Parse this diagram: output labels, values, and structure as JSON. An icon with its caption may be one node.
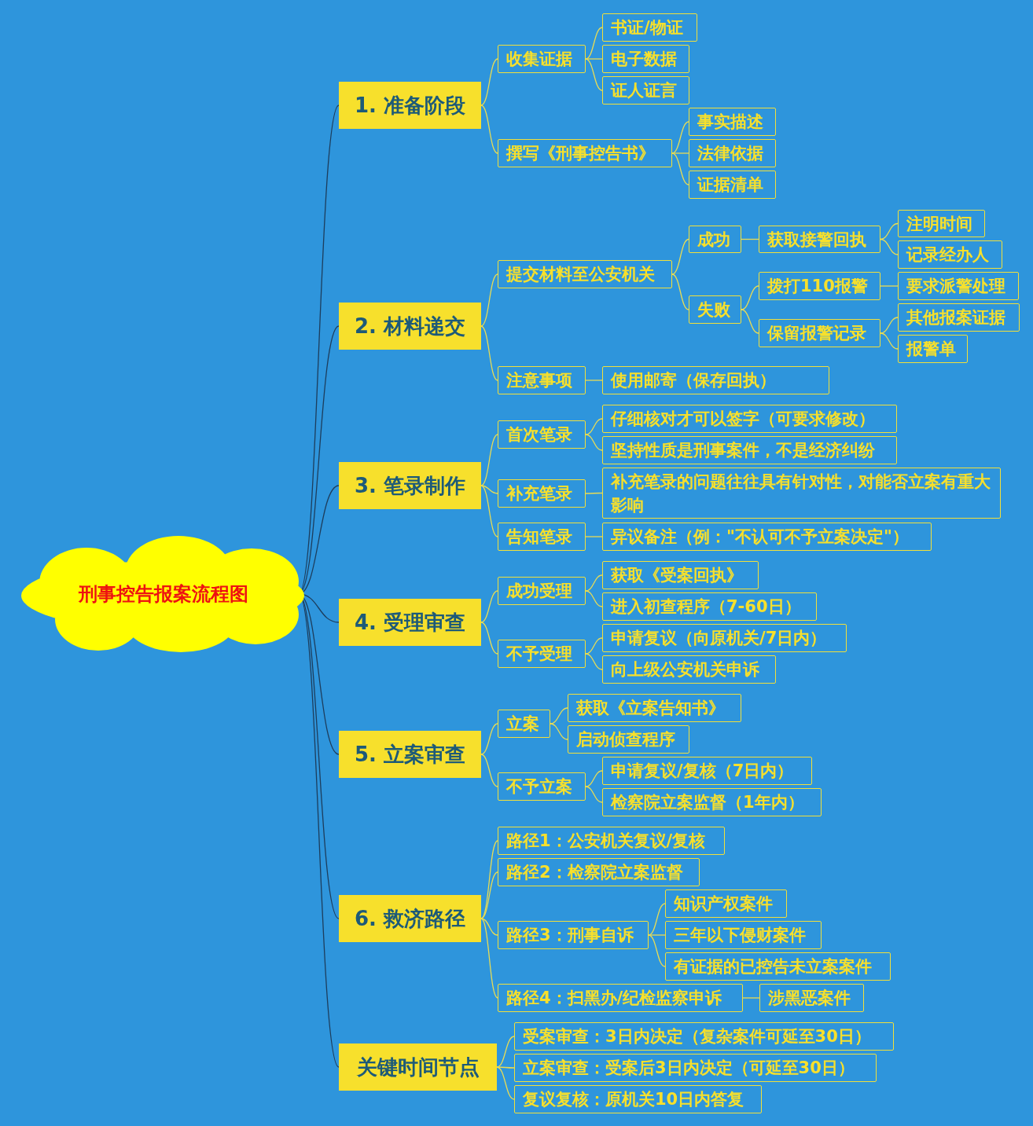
{
  "diagram": {
    "nodes": [
      {
        "text": [
          "刑事控告报案流程图"
        ]
      },
      {
        "text": [
          "1. 准备阶段"
        ]
      },
      {
        "text": [
          "收集证据"
        ]
      },
      {
        "text": [
          "书证/物证"
        ]
      },
      {
        "text": [
          "电子数据"
        ]
      },
      {
        "text": [
          "证人证言"
        ]
      },
      {
        "text": [
          "撰写《刑事控告书》"
        ]
      },
      {
        "text": [
          "事实描述"
        ]
      },
      {
        "text": [
          "法律依据"
        ]
      },
      {
        "text": [
          "证据清单"
        ]
      },
      {
        "text": [
          "2. 材料递交"
        ]
      },
      {
        "text": [
          "提交材料至公安机关"
        ]
      },
      {
        "text": [
          "成功"
        ]
      },
      {
        "text": [
          "获取接警回执"
        ]
      },
      {
        "text": [
          "注明时间"
        ]
      },
      {
        "text": [
          "记录经办人"
        ]
      },
      {
        "text": [
          "失败"
        ]
      },
      {
        "text": [
          "拨打110报警"
        ]
      },
      {
        "text": [
          "要求派警处理"
        ]
      },
      {
        "text": [
          "保留报警记录"
        ]
      },
      {
        "text": [
          "其他报案证据"
        ]
      },
      {
        "text": [
          "报警单"
        ]
      },
      {
        "text": [
          "注意事项"
        ]
      },
      {
        "text": [
          "使用邮寄（保存回执）"
        ]
      },
      {
        "text": [
          "3. 笔录制作"
        ]
      },
      {
        "text": [
          "首次笔录"
        ]
      },
      {
        "text": [
          "仔细核对才可以签字（可要求修改）"
        ]
      },
      {
        "text": [
          "坚持性质是刑事案件，不是经济纠纷"
        ]
      },
      {
        "text": [
          "补充笔录"
        ]
      },
      {
        "text": [
          "补充笔录的问题往往具有针对性，对能否立案有重大影响"
        ]
      },
      {
        "text": [
          "告知笔录"
        ]
      },
      {
        "text": [
          "异议备注（例：\"不认可不予立案决定\"）"
        ]
      },
      {
        "text": [
          "4. 受理审查"
        ]
      },
      {
        "text": [
          "成功受理"
        ]
      },
      {
        "text": [
          "获取《受案回执》"
        ]
      },
      {
        "text": [
          "进入初查程序（7-60日）"
        ]
      },
      {
        "text": [
          "不予受理"
        ]
      },
      {
        "text": [
          "申请复议（向原机关/7日内）"
        ]
      },
      {
        "text": [
          "向上级公安机关申诉"
        ]
      },
      {
        "text": [
          "5. 立案审查"
        ]
      },
      {
        "text": [
          "立案"
        ]
      },
      {
        "text": [
          "获取《立案告知书》"
        ]
      },
      {
        "text": [
          "启动侦查程序"
        ]
      },
      {
        "text": [
          "不予立案"
        ]
      },
      {
        "text": [
          "申请复议/复核（7日内）"
        ]
      },
      {
        "text": [
          "检察院立案监督（1年内）"
        ]
      },
      {
        "text": [
          "6. 救济路径"
        ]
      },
      {
        "text": [
          "路径1：公安机关复议/复核"
        ]
      },
      {
        "text": [
          "路径2：检察院立案监督"
        ]
      },
      {
        "text": [
          "路径3：刑事自诉"
        ]
      },
      {
        "text": [
          "知识产权案件"
        ]
      },
      {
        "text": [
          "三年以下侵财案件"
        ]
      },
      {
        "text": [
          "有证据的已控告未立案案件"
        ]
      },
      {
        "text": [
          "路径4：扫黑办/纪检监察申诉"
        ]
      },
      {
        "text": [
          "涉黑恶案件"
        ]
      },
      {
        "text": [
          "关键时间节点"
        ]
      },
      {
        "text": [
          "受案审查：3日内决定（复杂案件可延至30日）"
        ]
      },
      {
        "text": [
          "立案审查：受案后3日内决定（可延至30日）"
        ]
      },
      {
        "text": [
          "复议复核：原机关10日内答复"
        ]
      }
    ],
    "edges": [
      {
        "from": 0,
        "to": 1,
        "arrow": "none",
        "color": "#1d3d5c"
      },
      {
        "from": 0,
        "to": 10,
        "arrow": "none",
        "color": "#1d3d5c"
      },
      {
        "from": 0,
        "to": 24,
        "arrow": "none",
        "color": "#1d3d5c"
      },
      {
        "from": 0,
        "to": 32,
        "arrow": "none",
        "color": "#1d3d5c"
      },
      {
        "from": 0,
        "to": 39,
        "arrow": "none",
        "color": "#1d3d5c"
      },
      {
        "from": 0,
        "to": 46,
        "arrow": "none",
        "color": "#1d3d5c"
      },
      {
        "from": 0,
        "to": 55,
        "arrow": "none",
        "color": "#1d3d5c"
      },
      {
        "from": 1,
        "to": 2,
        "arrow": "none"
      },
      {
        "from": 1,
        "to": 6,
        "arrow": "none"
      },
      {
        "from": 2,
        "to": 3,
        "arrow": "none"
      },
      {
        "from": 2,
        "to": 4,
        "arrow": "none"
      },
      {
        "from": 2,
        "to": 5,
        "arrow": "none"
      },
      {
        "from": 6,
        "to": 7,
        "arrow": "none"
      },
      {
        "from": 6,
        "to": 8,
        "arrow": "none"
      },
      {
        "from": 6,
        "to": 9,
        "arrow": "none"
      },
      {
        "from": 10,
        "to": 11,
        "arrow": "none"
      },
      {
        "from": 10,
        "to": 22,
        "arrow": "none"
      },
      {
        "from": 11,
        "to": 12,
        "arrow": "none"
      },
      {
        "from": 11,
        "to": 16,
        "arrow": "none"
      },
      {
        "from": 12,
        "to": 13,
        "arrow": "none"
      },
      {
        "from": 13,
        "to": 14,
        "arrow": "none"
      },
      {
        "from": 13,
        "to": 15,
        "arrow": "none"
      },
      {
        "from": 16,
        "to": 17,
        "arrow": "none"
      },
      {
        "from": 16,
        "to": 19,
        "arrow": "none"
      },
      {
        "from": 17,
        "to": 18,
        "arrow": "none"
      },
      {
        "from": 19,
        "to": 20,
        "arrow": "none"
      },
      {
        "from": 19,
        "to": 21,
        "arrow": "none"
      },
      {
        "from": 22,
        "to": 23,
        "arrow": "none"
      },
      {
        "from": 24,
        "to": 25,
        "arrow": "none"
      },
      {
        "from": 24,
        "to": 28,
        "arrow": "none"
      },
      {
        "from": 24,
        "to": 30,
        "arrow": "none"
      },
      {
        "from": 25,
        "to": 26,
        "arrow": "none"
      },
      {
        "from": 25,
        "to": 27,
        "arrow": "none"
      },
      {
        "from": 28,
        "to": 29,
        "arrow": "none"
      },
      {
        "from": 30,
        "to": 31,
        "arrow": "none"
      },
      {
        "from": 32,
        "to": 33,
        "arrow": "none"
      },
      {
        "from": 32,
        "to": 36,
        "arrow": "none"
      },
      {
        "from": 33,
        "to": 34,
        "arrow": "none"
      },
      {
        "from": 33,
        "to": 35,
        "arrow": "none"
      },
      {
        "from": 36,
        "to": 37,
        "arrow": "none"
      },
      {
        "from": 36,
        "to": 38,
        "arrow": "none"
      },
      {
        "from": 39,
        "to": 40,
        "arrow": "none"
      },
      {
        "from": 39,
        "to": 43,
        "arrow": "none"
      },
      {
        "from": 40,
        "to": 41,
        "arrow": "none"
      },
      {
        "from": 40,
        "to": 42,
        "arrow": "none"
      },
      {
        "from": 43,
        "to": 44,
        "arrow": "none"
      },
      {
        "from": 43,
        "to": 45,
        "arrow": "none"
      },
      {
        "from": 46,
        "to": 47,
        "arrow": "none"
      },
      {
        "from": 46,
        "to": 48,
        "arrow": "none"
      },
      {
        "from": 46,
        "to": 49,
        "arrow": "none"
      },
      {
        "from": 46,
        "to": 53,
        "arrow": "none"
      },
      {
        "from": 49,
        "to": 50,
        "arrow": "none"
      },
      {
        "from": 49,
        "to": 51,
        "arrow": "none"
      },
      {
        "from": 49,
        "to": 52,
        "arrow": "none"
      },
      {
        "from": 53,
        "to": 54,
        "arrow": "none"
      },
      {
        "from": 55,
        "to": 56,
        "arrow": "none"
      },
      {
        "from": 55,
        "to": 57,
        "arrow": "none"
      },
      {
        "from": 55,
        "to": 58,
        "arrow": "none"
      }
    ]
  }
}
